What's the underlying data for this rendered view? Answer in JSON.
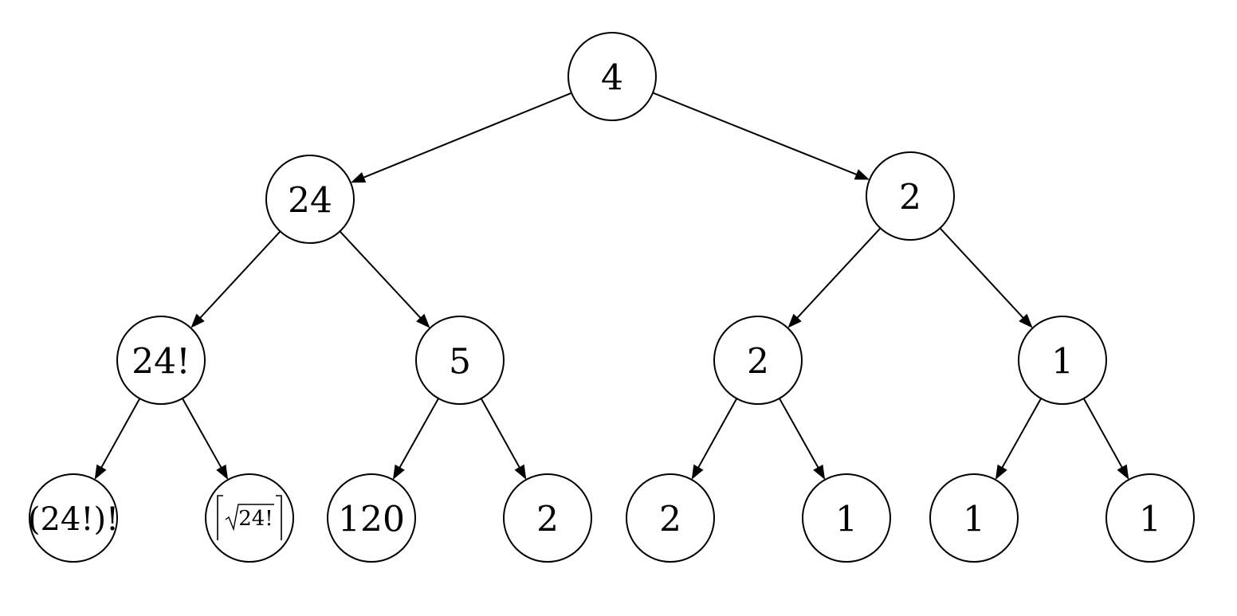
{
  "diagram": {
    "type": "tree",
    "nodes": [
      {
        "id": "n0",
        "label": "4"
      },
      {
        "id": "n1",
        "label": "24"
      },
      {
        "id": "n2",
        "label": "2"
      },
      {
        "id": "n3",
        "label": "24!"
      },
      {
        "id": "n4",
        "label": "5"
      },
      {
        "id": "n5",
        "label": "2"
      },
      {
        "id": "n6",
        "label": "1"
      },
      {
        "id": "n7",
        "label": "(24!)!"
      },
      {
        "id": "n8",
        "label": "⌈√24!⌉",
        "inner": "24!"
      },
      {
        "id": "n9",
        "label": "120"
      },
      {
        "id": "n10",
        "label": "2"
      },
      {
        "id": "n11",
        "label": "2"
      },
      {
        "id": "n12",
        "label": "1"
      },
      {
        "id": "n13",
        "label": "1"
      },
      {
        "id": "n14",
        "label": "1"
      }
    ],
    "edges": [
      {
        "from": "n0",
        "to": "n1"
      },
      {
        "from": "n0",
        "to": "n2"
      },
      {
        "from": "n1",
        "to": "n3"
      },
      {
        "from": "n1",
        "to": "n4"
      },
      {
        "from": "n2",
        "to": "n5"
      },
      {
        "from": "n2",
        "to": "n6"
      },
      {
        "from": "n3",
        "to": "n7"
      },
      {
        "from": "n3",
        "to": "n8"
      },
      {
        "from": "n4",
        "to": "n9"
      },
      {
        "from": "n4",
        "to": "n10"
      },
      {
        "from": "n5",
        "to": "n11"
      },
      {
        "from": "n5",
        "to": "n12"
      },
      {
        "from": "n6",
        "to": "n13"
      },
      {
        "from": "n6",
        "to": "n14"
      }
    ]
  }
}
